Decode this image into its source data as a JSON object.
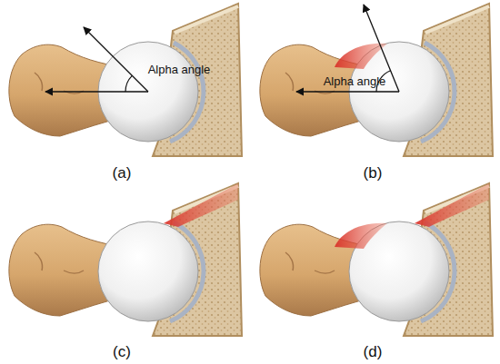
{
  "diagram": {
    "labels": [
      "Alpha angle",
      "(a)",
      "Alpha angle",
      "(b)",
      "(c)",
      "(d)"
    ]
  }
}
